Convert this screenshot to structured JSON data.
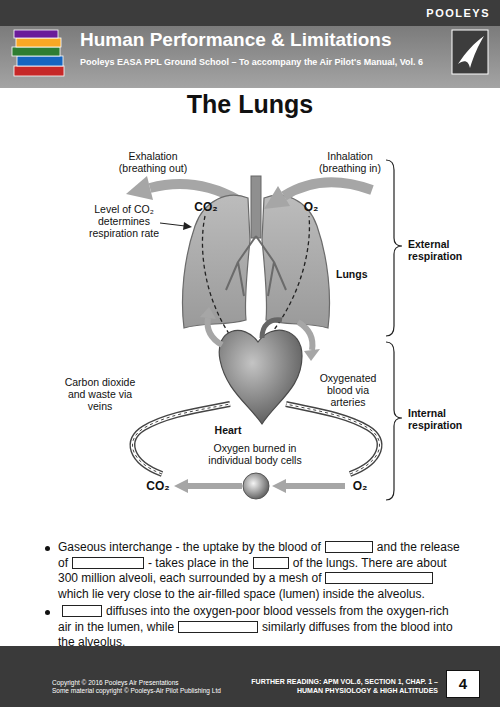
{
  "diagram": {
    "title": "The Lungs",
    "nodes": [
      {
        "text": [
          "POOLEYS",
          "Human Performance & Limitations",
          "Pooleys EASA PPL Ground School – To accompany the Air Pilot's Manual, Vol. 6"
        ]
      },
      {
        "text": [
          "Copyright © 2016 Pooleys Air Presentations",
          "Some material copyright © Pooleys-Air Pilot Publishing Ltd",
          "FURTHER READING: APM VOL.6, SECTION 1, CHAP. 1 – HUMAN PHYSIOLOGY & HIGH ALTITUDES"
        ]
      },
      {
        "text": [
          "4"
        ],
        "in": 1
      }
    ],
    "labels": [
      "Exhalation (breathing out)",
      "Inhalation (breathing in)",
      "CO₂",
      "O₂",
      "Level of CO₂ determines respiration rate",
      "Lungs",
      "External respiration",
      "Heart",
      "Carbon dioxide and waste via veins",
      "Oxygenated blood via arteries",
      "Oxygen burned in individual body cells",
      "Internal respiration",
      "CO₂",
      "O₂",
      "Gaseous interchange - the uptake by the blood of",
      "and the release of",
      "- takes place in the",
      "of the lungs. There are about 300 million alveoli, each surrounded by a mesh of",
      "which lie very close to the air-filled space (lumen) inside the alveolus.",
      "diffuses into the oxygen-poor blood vessels from the oxygen-rich air in the lumen, while",
      "similarly diffuses from the blood into the alveolus."
    ]
  }
}
